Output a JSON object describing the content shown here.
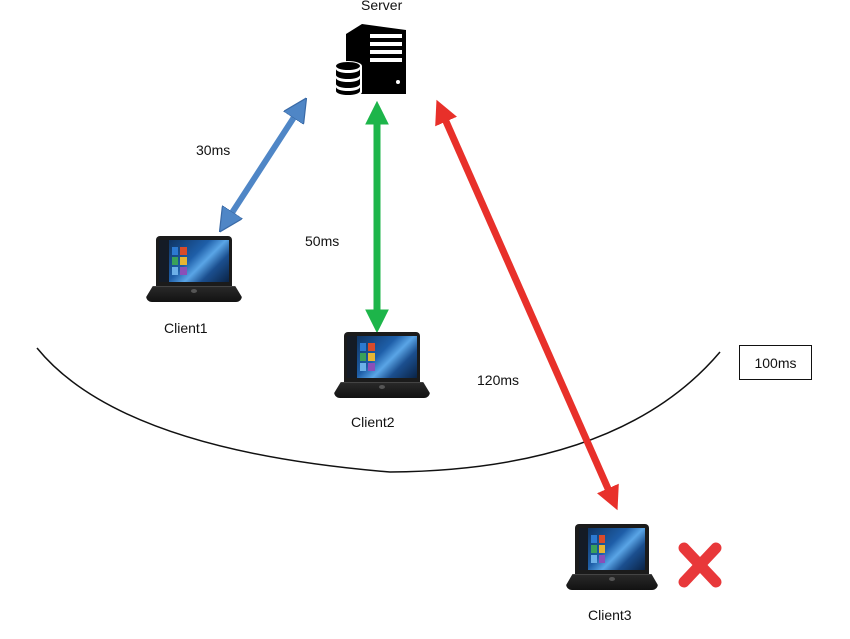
{
  "diagram": {
    "title": "Client-server latency threshold",
    "server": {
      "label": "Server",
      "icon": "server-database-icon"
    },
    "threshold": {
      "label": "100ms",
      "icon": "threshold-arc"
    },
    "clients": [
      {
        "id": "client1",
        "label": "Client1",
        "latency_label": "30ms",
        "latency_ms": 30,
        "arrow_color": "#4f86c6",
        "within_threshold": true
      },
      {
        "id": "client2",
        "label": "Client2",
        "latency_label": "50ms",
        "latency_ms": 50,
        "arrow_color": "#1db54a",
        "within_threshold": true
      },
      {
        "id": "client3",
        "label": "Client3",
        "latency_label": "120ms",
        "latency_ms": 120,
        "arrow_color": "#e8302a",
        "within_threshold": false,
        "status_icon": "rejected-x-icon"
      }
    ],
    "colors": {
      "reject_mark": "#e8383a",
      "arc": "#111111"
    }
  }
}
